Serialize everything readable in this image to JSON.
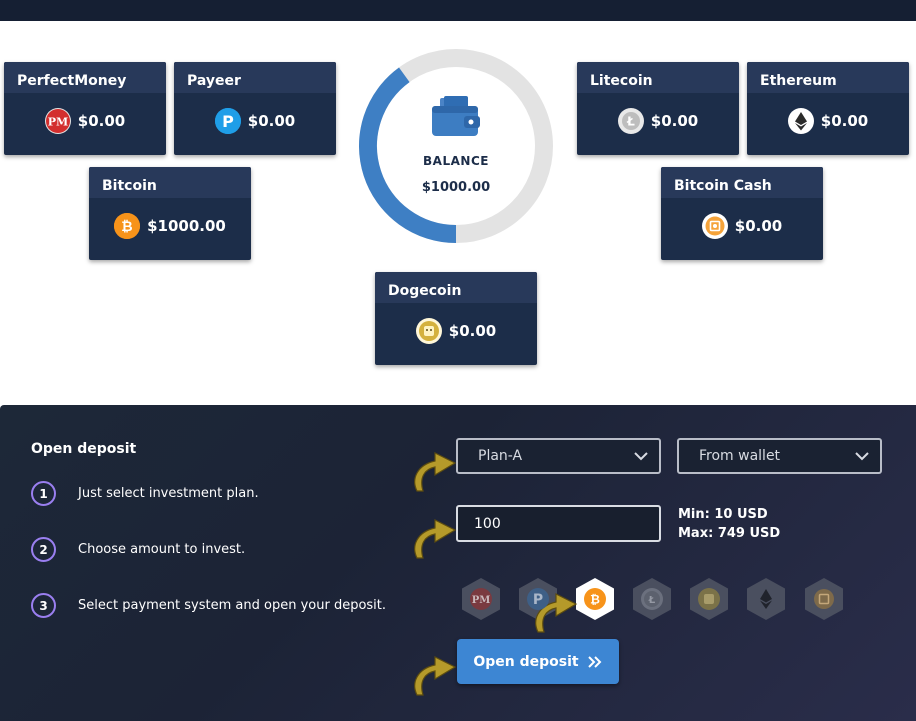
{
  "wallets": [
    {
      "name": "PerfectMoney",
      "amount": "$0.00",
      "icon": "perfect-money-icon"
    },
    {
      "name": "Payeer",
      "amount": "$0.00",
      "icon": "payeer-icon"
    },
    {
      "name": "Bitcoin",
      "amount": "$1000.00",
      "icon": "bitcoin-icon"
    },
    {
      "name": "Litecoin",
      "amount": "$0.00",
      "icon": "litecoin-icon"
    },
    {
      "name": "Ethereum",
      "amount": "$0.00",
      "icon": "ethereum-icon"
    },
    {
      "name": "Bitcoin Cash",
      "amount": "$0.00",
      "icon": "bitcoin-cash-icon"
    },
    {
      "name": "Dogecoin",
      "amount": "$0.00",
      "icon": "dogecoin-icon"
    }
  ],
  "balance": {
    "label": "BALANCE",
    "value": "$1000.00",
    "fill_fraction": 0.4,
    "icon": "wallet-icon"
  },
  "deposit": {
    "title": "Open deposit",
    "steps": [
      {
        "num": "1",
        "text": "Just select investment plan."
      },
      {
        "num": "2",
        "text": "Choose amount to invest."
      },
      {
        "num": "3",
        "text": "Select payment system and open your deposit."
      }
    ],
    "plan_select": "Plan-A",
    "source_select": "From wallet",
    "amount_value": "100",
    "min_text": "Min: 10 USD",
    "max_text": "Max: 749 USD",
    "payment_systems": [
      "perfect-money-icon",
      "payeer-icon",
      "bitcoin-icon",
      "litecoin-icon",
      "dogecoin-icon",
      "ethereum-icon",
      "bitcoin-cash-icon"
    ],
    "selected_payment": "bitcoin-icon",
    "button_label": "Open deposit"
  },
  "colors": {
    "card": "#1c2d49",
    "card_header": "#28395a",
    "accent_blue": "#3d86d3",
    "bitcoin": "#f7931a",
    "arrow_gold": "#b59a2a",
    "step_ring": "#9a7ff0"
  }
}
